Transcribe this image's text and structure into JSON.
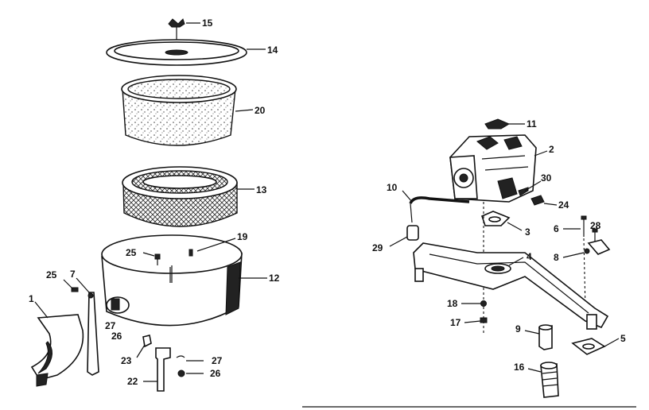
{
  "labels": {
    "l15": "15",
    "l14": "14",
    "l20": "20",
    "l13": "13",
    "l19": "19",
    "l12": "12",
    "l25a": "25",
    "l25b": "25",
    "l7": "7",
    "l1": "1",
    "l27a": "27",
    "l26a": "26",
    "l23": "23",
    "l27b": "27",
    "l26b": "26",
    "l22": "22",
    "l11": "11",
    "l2": "2",
    "l10": "10",
    "l30": "30",
    "l24": "24",
    "l3": "3",
    "l29": "29",
    "l4": "4",
    "l6": "6",
    "l28": "28",
    "l8": "8",
    "l18": "18",
    "l17": "17",
    "l9": "9",
    "l5": "5",
    "l16": "16"
  }
}
